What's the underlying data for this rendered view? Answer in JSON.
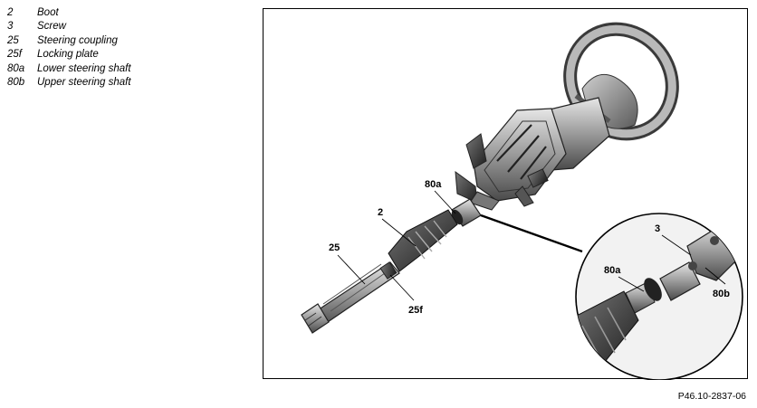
{
  "legend": {
    "items": [
      {
        "num": "2",
        "label": "Boot"
      },
      {
        "num": "3",
        "label": "Screw"
      },
      {
        "num": "25",
        "label": "Steering coupling"
      },
      {
        "num": "25f",
        "label": "Locking plate"
      },
      {
        "num": "80a",
        "label": "Lower steering shaft"
      },
      {
        "num": "80b",
        "label": "Upper steering shaft"
      }
    ]
  },
  "figure": {
    "callouts": {
      "c80a_main": "80a",
      "c2": "2",
      "c25": "25",
      "c25f": "25f",
      "c3_detail": "3",
      "c80a_detail": "80a",
      "c80b_detail": "80b"
    },
    "code": "P46.10-2837-06"
  }
}
